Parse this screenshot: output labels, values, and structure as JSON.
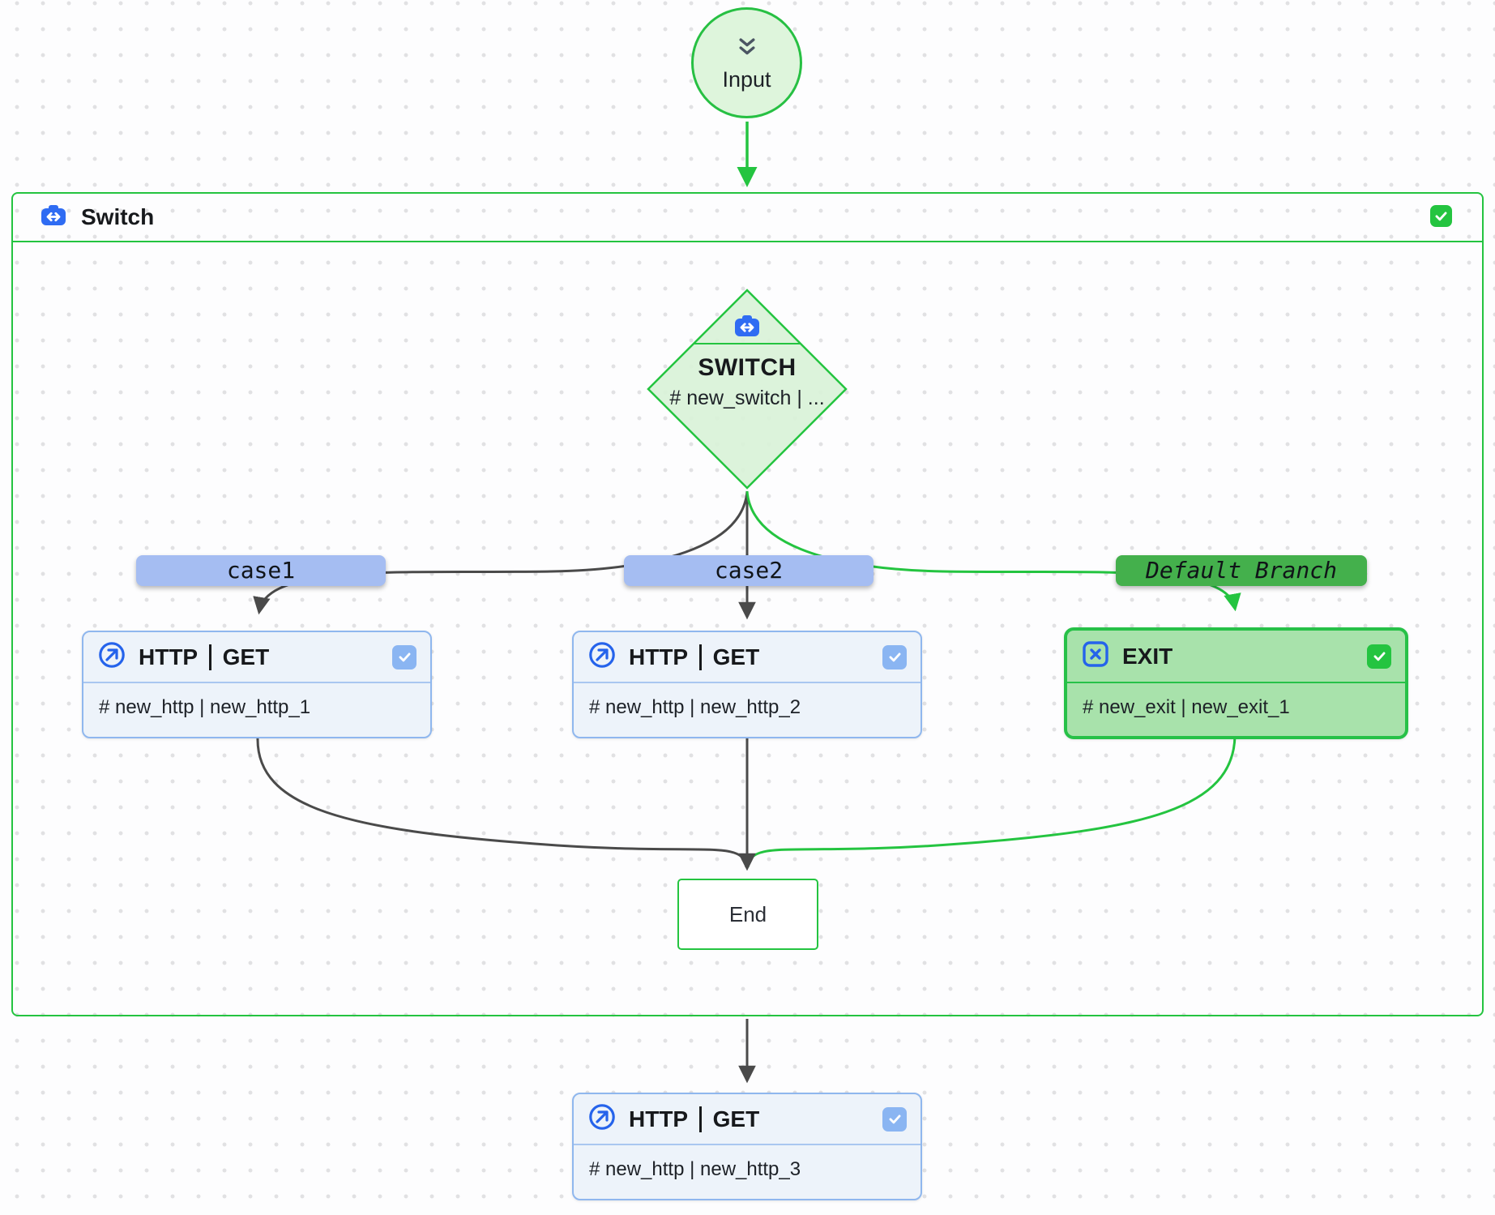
{
  "input_node": {
    "label": "Input",
    "icon": "chevrons-down-icon"
  },
  "switch_group": {
    "title": "Switch",
    "icon": "switch-icon",
    "checked": true
  },
  "switch_node": {
    "title": "SWITCH",
    "subtitle": "# new_switch | ...",
    "icon": "switch-icon"
  },
  "branch_labels": {
    "case1": "case1",
    "case2": "case2",
    "default": "Default Branch"
  },
  "http_node_1": {
    "service": "HTTP",
    "method": "GET",
    "subtitle": "# new_http | new_http_1",
    "icon": "arrow-up-right-circle-icon",
    "checked": true
  },
  "http_node_2": {
    "service": "HTTP",
    "method": "GET",
    "subtitle": "# new_http | new_http_2",
    "icon": "arrow-up-right-circle-icon",
    "checked": true
  },
  "http_node_3": {
    "service": "HTTP",
    "method": "GET",
    "subtitle": "# new_http | new_http_3",
    "icon": "arrow-up-right-circle-icon",
    "checked": true
  },
  "exit_node": {
    "title": "EXIT",
    "subtitle": "# new_exit | new_exit_1",
    "icon": "x-square-icon",
    "checked": true
  },
  "end_node": {
    "label": "End"
  },
  "colors": {
    "accent_green": "#24c440",
    "light_green_fill": "#def5dc",
    "exit_fill": "#a8e2ab",
    "icon_blue": "#2f6cf3",
    "node_border_blue": "#8fb7ee",
    "node_fill_blue": "#edf3fa",
    "case_label_bg": "#a5bdf2",
    "default_label_bg": "#44b04c",
    "edge_dark": "#4a4a4a"
  }
}
